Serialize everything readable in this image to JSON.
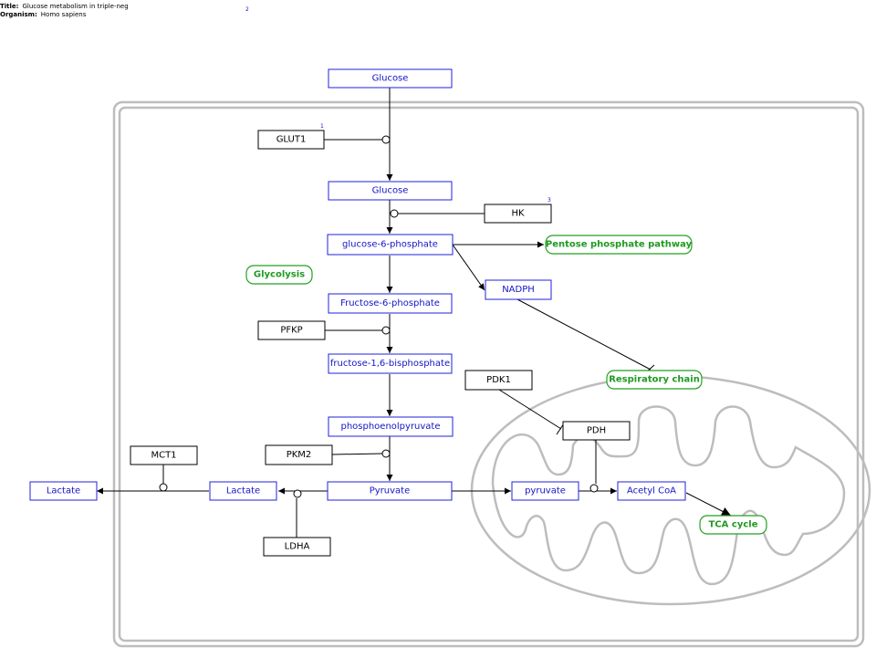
{
  "header": {
    "title_label": "Title:",
    "title_value": "Glucose metabolism in triple-neg",
    "organism_label": "Organism:",
    "organism_value": "Homo sapiens",
    "ref": "2"
  },
  "nodes": {
    "glucose_ext": {
      "label": "Glucose",
      "kind": "metabolite"
    },
    "glut1": {
      "label": "GLUT1",
      "kind": "gene",
      "ref": "1"
    },
    "glucose_int": {
      "label": "Glucose",
      "kind": "metabolite"
    },
    "hk": {
      "label": "HK",
      "kind": "gene",
      "ref": "3"
    },
    "g6p": {
      "label": "glucose-6-phosphate",
      "kind": "metabolite"
    },
    "ppp": {
      "label": "Pentose phosphate pathway",
      "kind": "pathway"
    },
    "glycolysis": {
      "label": "Glycolysis",
      "kind": "pathway"
    },
    "nadph": {
      "label": "NADPH",
      "kind": "metabolite"
    },
    "f6p": {
      "label": "Fructose-6-phosphate",
      "kind": "metabolite"
    },
    "pfkp": {
      "label": "PFKP",
      "kind": "gene"
    },
    "f16bp": {
      "label": "fructose-1,6-bisphosphate",
      "kind": "metabolite"
    },
    "resp": {
      "label": "Respiratory chain",
      "kind": "pathway"
    },
    "pdk1": {
      "label": "PDK1",
      "kind": "gene"
    },
    "pep": {
      "label": "phosphoenolpyruvate",
      "kind": "metabolite"
    },
    "pdh": {
      "label": "PDH",
      "kind": "gene"
    },
    "mct1": {
      "label": "MCT1",
      "kind": "gene"
    },
    "pkm2": {
      "label": "PKM2",
      "kind": "gene"
    },
    "lactate_ext": {
      "label": "Lactate",
      "kind": "metabolite"
    },
    "lactate_int": {
      "label": "Lactate",
      "kind": "metabolite"
    },
    "pyruvate": {
      "label": "Pyruvate",
      "kind": "metabolite"
    },
    "pyruvate_mito": {
      "label": "pyruvate",
      "kind": "metabolite"
    },
    "acetylcoa": {
      "label": "Acetyl CoA",
      "kind": "metabolite"
    },
    "tca": {
      "label": "TCA cycle",
      "kind": "pathway"
    },
    "ldha": {
      "label": "LDHA",
      "kind": "gene"
    }
  },
  "colors": {
    "metabolite_border": "#2222dd",
    "metabolite_text": "#1414c8",
    "gene_border": "#000000",
    "pathway": "#1f9a1f",
    "membrane": "#bdbdbd"
  }
}
